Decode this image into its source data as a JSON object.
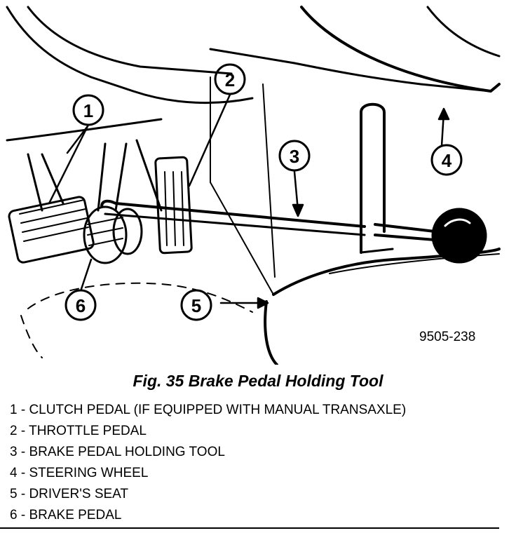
{
  "figure": {
    "code": "9505-238",
    "caption": "Fig. 35 Brake Pedal Holding Tool",
    "callouts": [
      "1",
      "2",
      "3",
      "4",
      "5",
      "6"
    ]
  },
  "legend": {
    "items": [
      "1 - CLUTCH PEDAL (IF EQUIPPED WITH MANUAL TRANSAXLE)",
      "2 - THROTTLE PEDAL",
      "3 - BRAKE PEDAL HOLDING TOOL",
      "4 - STEERING WHEEL",
      "5 - DRIVER'S SEAT",
      "6 - BRAKE PEDAL"
    ]
  }
}
